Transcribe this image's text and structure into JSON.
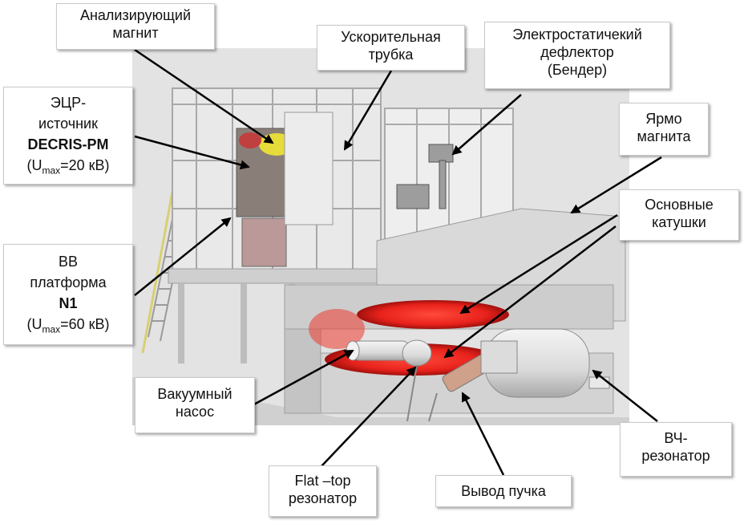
{
  "labels": {
    "analyzing_magnet": {
      "line1": "Анализирующий",
      "line2": "магнит"
    },
    "accel_tube": {
      "line1": "Ускорительная",
      "line2": "трубка"
    },
    "deflector": {
      "line1": "Электростатичекий",
      "line2": "дефлектор",
      "line3": "(Бендер)"
    },
    "ecr_source": {
      "line1": "ЭЦР-",
      "line2": "источник",
      "line3": "DECRIS-PM",
      "umax_pre": "(U",
      "umax_sub": "max",
      "umax_post": "=20 кВ)"
    },
    "yoke": {
      "line1": "Ярмо",
      "line2": "магнита"
    },
    "main_coils": {
      "line1": "Основные",
      "line2": "катушки"
    },
    "hv_platform": {
      "line1": "ВВ",
      "line2": "платформа",
      "line3": "N1",
      "umax_pre": "(U",
      "umax_sub": "max",
      "umax_post": "=60 кВ)"
    },
    "vacuum_pump": {
      "line1": "Вакуумный",
      "line2": "насос"
    },
    "rf_resonator": {
      "line1": "ВЧ-",
      "line2": "резонатор"
    },
    "flat_top": {
      "line1": "Flat –top",
      "line2": "резонатор"
    },
    "beam_output": {
      "line1": "Вывод пучка"
    }
  },
  "colors": {
    "coil": "#e8221c",
    "steel": "#c9c9c9",
    "frame": "#b5b5b5",
    "background": "#dedede",
    "arrow": "#000000"
  }
}
